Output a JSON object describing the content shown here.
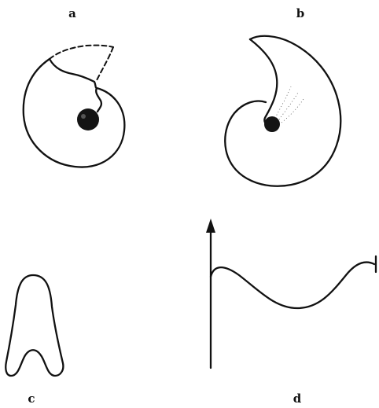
{
  "figure": {
    "panels": [
      {
        "id": "a",
        "label": "a",
        "drawing": "ammonite-shell-broken-aperture"
      },
      {
        "id": "b",
        "label": "b",
        "drawing": "ammonite-shell-with-horn-extension"
      },
      {
        "id": "c",
        "label": "c",
        "drawing": "shell-cross-section"
      },
      {
        "id": "d",
        "label": "d",
        "drawing": "wavy-curve-with-arrow"
      }
    ]
  }
}
